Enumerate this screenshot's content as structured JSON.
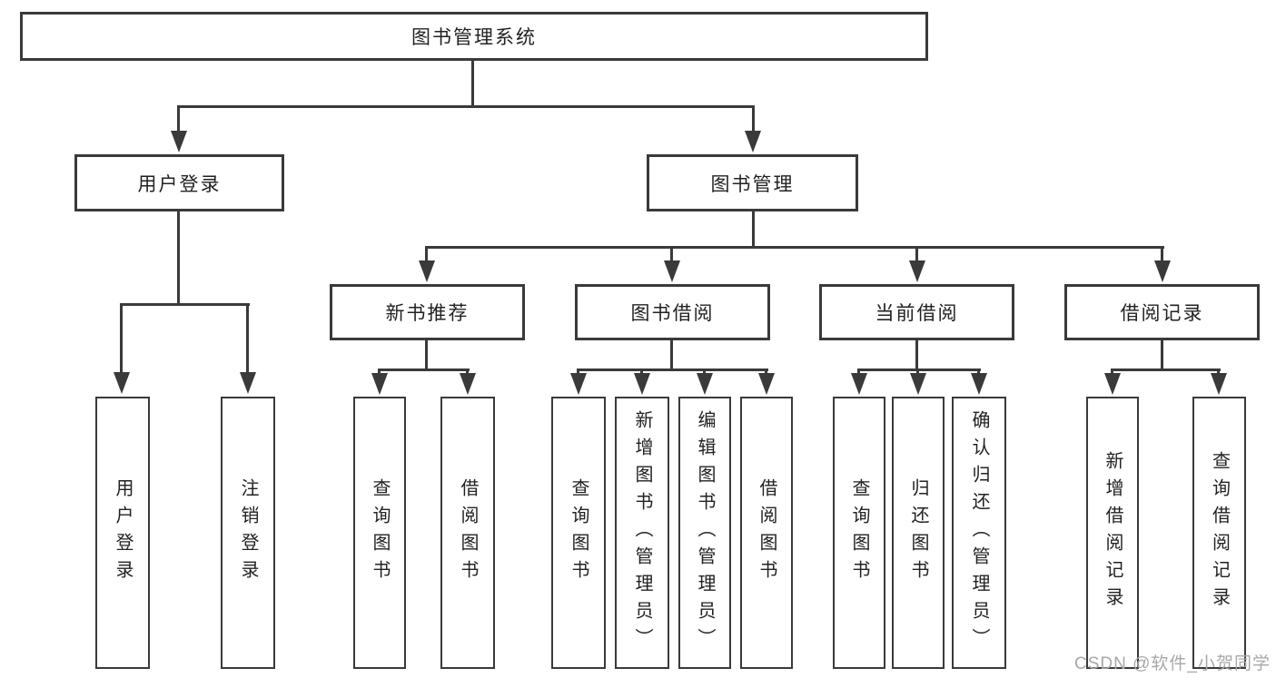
{
  "diagram_title": "图书管理系统",
  "tree": {
    "label": "图书管理系统",
    "children": [
      {
        "label": "用户登录",
        "children": [
          {
            "label": "用户登录"
          },
          {
            "label": "注销登录"
          }
        ]
      },
      {
        "label": "图书管理",
        "children": [
          {
            "label": "新书推荐",
            "children": [
              {
                "label": "查询图书"
              },
              {
                "label": "借阅图书"
              }
            ]
          },
          {
            "label": "图书借阅",
            "children": [
              {
                "label": "查询图书"
              },
              {
                "label": "新增图书（管理员）"
              },
              {
                "label": "编辑图书（管理员）"
              },
              {
                "label": "借阅图书"
              }
            ]
          },
          {
            "label": "当前借阅",
            "children": [
              {
                "label": "查询图书"
              },
              {
                "label": "归还图书"
              },
              {
                "label": "确认归还（管理员）"
              }
            ]
          },
          {
            "label": "借阅记录",
            "children": [
              {
                "label": "新增借阅记录"
              },
              {
                "label": "查询借阅记录"
              }
            ]
          }
        ]
      }
    ]
  },
  "watermark": {
    "text": "CSDN @软件_小贺同学"
  },
  "colors": {
    "line": "#3a3a3a",
    "text": "#222222",
    "watermark": "#a8a8a8",
    "bg": "#ffffff"
  }
}
